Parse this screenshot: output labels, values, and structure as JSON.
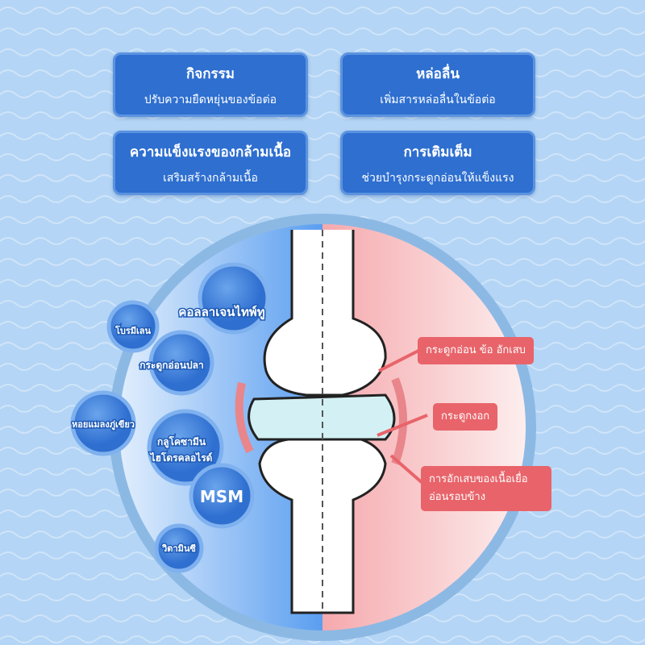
{
  "cards": [
    {
      "title": "กิจกรรม",
      "subtitle": "ปรับความยืดหยุ่นของข้อต่อ"
    },
    {
      "title": "หล่อลื่น",
      "subtitle": "เพิ่มสารหล่อลื่นในข้อต่อ"
    },
    {
      "title": "ความแข็งแรงของกล้ามเนื้อ",
      "subtitle": "เสริมสร้างกล้ามเนื้อ"
    },
    {
      "title": "การเติมเต็ม",
      "subtitle": "ช่วยบำรุงกระดูกอ่อนให้แข็งแรง"
    }
  ],
  "ingredients": {
    "collagen": "คอลลาเจนไทพ์ทู",
    "bromelain": "โบรมีเลน",
    "fish_cartilage": "กระดูกอ่อนปลา",
    "green_mussel": "หอยแมลงภู่เขียว",
    "glucosamine_1": "กลูโคซามีน",
    "glucosamine_2": "ไฮโดรคลอไรด์",
    "msm": "MSM",
    "vitamin_c": "วิตามินซี"
  },
  "problems": {
    "arthritis": "กระดูกอ่อน ข้อ อักเสบ",
    "bone_spur": "กระดูกงอก",
    "inflammation": "การอักเสบของเนื้อเยื่ออ่อนรอบข้าง"
  },
  "colors": {
    "card": "#2e6fd0",
    "tag": "#e8646a",
    "background": "#b4d5f5"
  }
}
